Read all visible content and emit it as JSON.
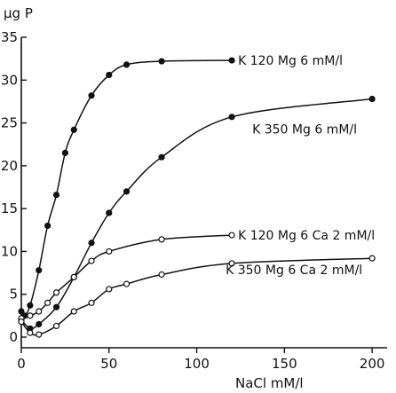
{
  "chart_data": {
    "type": "line",
    "title": "",
    "xlabel": "NaCl mM/l",
    "ylabel": "µg P",
    "xlim": [
      0,
      205
    ],
    "ylim": [
      0,
      35
    ],
    "xticks": [
      "0",
      "50",
      "100",
      "150",
      "200"
    ],
    "yticks": [
      "0",
      "5",
      "10",
      "15",
      "20",
      "25",
      "30",
      "35"
    ],
    "grid": false,
    "legend": "inline",
    "colors": {
      "line": "#111111",
      "background": "#ffffff"
    },
    "series": [
      {
        "name": "K 120 Mg 6 mM/l",
        "marker": "filled",
        "x": [
          0,
          2,
          5,
          10,
          15,
          20,
          25,
          30,
          40,
          50,
          60,
          80,
          120
        ],
        "y": [
          3.0,
          2.5,
          3.7,
          7.8,
          13.0,
          16.6,
          21.5,
          24.2,
          28.2,
          30.6,
          31.8,
          32.2,
          32.3
        ]
      },
      {
        "name": "K 350 Mg 6 mM/l",
        "marker": "filled",
        "x": [
          0,
          5,
          10,
          20,
          30,
          40,
          50,
          60,
          80,
          120,
          200
        ],
        "y": [
          2.0,
          1.0,
          1.5,
          3.5,
          7.0,
          11.0,
          14.5,
          17.0,
          21.0,
          25.7,
          27.8
        ]
      },
      {
        "name": "K 120 Mg 6 Ca 2 mM/l",
        "marker": "open",
        "x": [
          0,
          5,
          10,
          15,
          20,
          30,
          40,
          50,
          80,
          120
        ],
        "y": [
          2.2,
          2.5,
          3.0,
          4.0,
          5.2,
          7.0,
          8.9,
          10.0,
          11.4,
          11.9
        ]
      },
      {
        "name": "K 350 Mg 6 Ca 2 mM/l",
        "marker": "open",
        "x": [
          0,
          5,
          10,
          20,
          30,
          40,
          50,
          60,
          80,
          120,
          200
        ],
        "y": [
          1.8,
          0.5,
          0.3,
          1.3,
          3.0,
          4.0,
          5.6,
          6.2,
          7.3,
          8.6,
          9.2
        ]
      }
    ]
  }
}
